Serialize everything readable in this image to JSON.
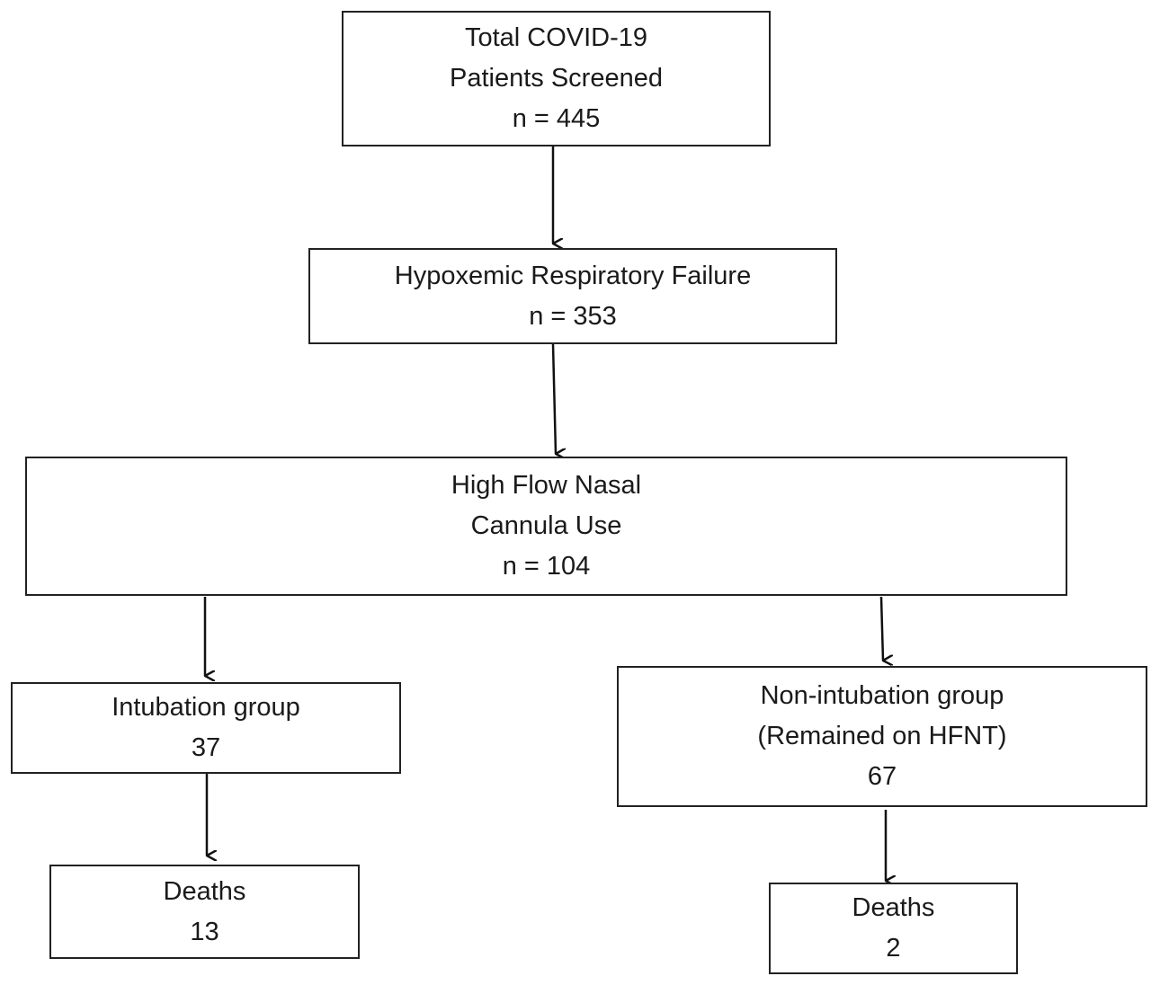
{
  "flowchart": {
    "screened": {
      "line1": "Total COVID-19",
      "line2": "Patients Screened",
      "count": "n = 445"
    },
    "hypoxemic": {
      "line1": "Hypoxemic Respiratory Failure",
      "count": "n = 353"
    },
    "hfnc": {
      "line1": "High Flow Nasal",
      "line2": "Cannula Use",
      "count": "n = 104"
    },
    "intubation": {
      "line1": "Intubation group",
      "count": "37"
    },
    "non_intubation": {
      "line1": "Non-intubation group",
      "line2": "(Remained on HFNT)",
      "count": "67"
    },
    "intubation_deaths": {
      "line1": "Deaths",
      "count": "13"
    },
    "non_intubation_deaths": {
      "line1": "Deaths",
      "count": "2"
    }
  },
  "colors": {
    "border": "#222222",
    "arrow": "#111111",
    "text": "#1a1a1a"
  }
}
